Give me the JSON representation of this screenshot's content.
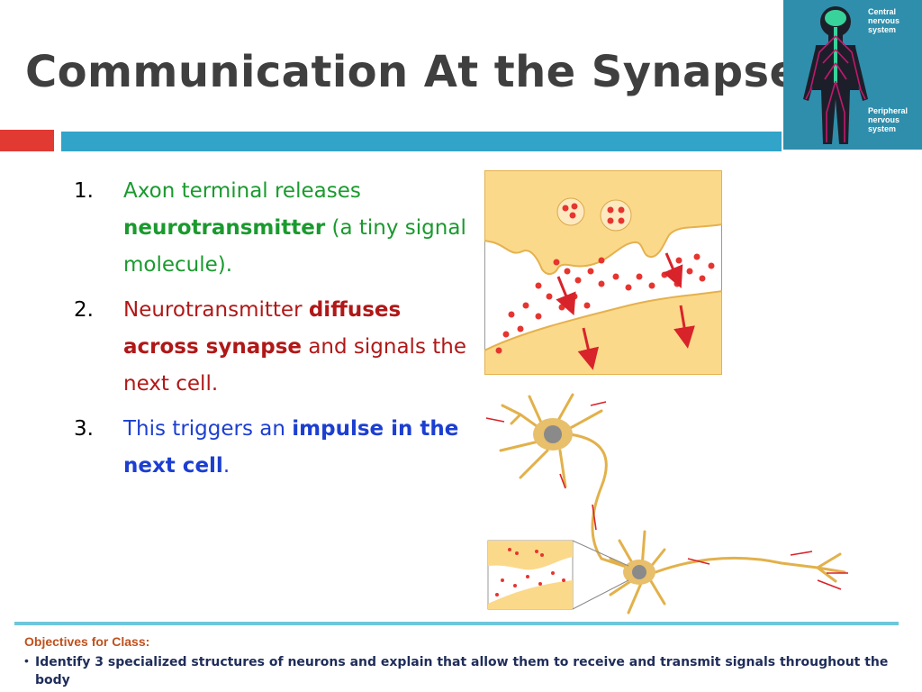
{
  "title": "Communication At the Synapse",
  "corner_image": {
    "label_top": [
      "Central",
      "nervous",
      "system"
    ],
    "label_bottom": [
      "Peripheral",
      "nervous",
      "system"
    ]
  },
  "steps": [
    {
      "number": "1.",
      "parts": [
        "Axon terminal releases ",
        "neurotransmitter",
        " (a tiny signal molecule)."
      ],
      "color": "#1a9a2e"
    },
    {
      "number": "2.",
      "parts": [
        "Neurotransmitter ",
        "diffuses across synapse",
        " and signals the next cell."
      ],
      "color": "#b01818"
    },
    {
      "number": "3.",
      "parts": [
        "This triggers an ",
        "impulse in the next cell",
        "."
      ],
      "color": "#1c3fd1"
    }
  ],
  "objectives": {
    "heading": "Objectives for Class:",
    "bullet": "•",
    "items": [
      "Identify 3 specialized structures of neurons and explain that allow them to receive and transmit signals throughout the body"
    ]
  }
}
